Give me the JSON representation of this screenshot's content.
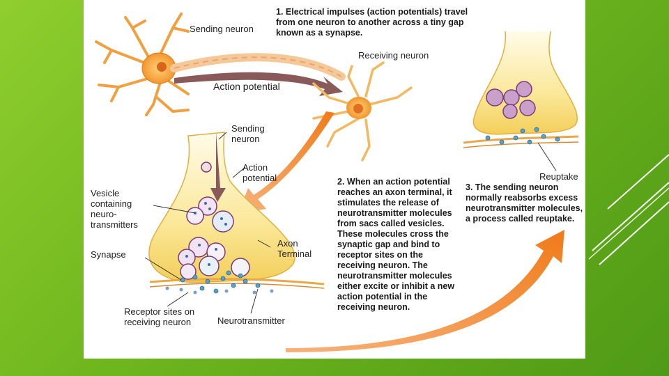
{
  "slide": {
    "accent": "#7dc224",
    "figure_bg": "#ffffff"
  },
  "steps": {
    "step1": "1. Electrical impulses (action potentials) travel from one neuron to another across a tiny gap known as a synapse.",
    "step2": "2. When an action potential reaches an axon terminal, it stimulates the release of neurotransmitter molecules from sacs called vesicles. These molecules cross the synaptic gap and bind to receptor sites on the receiving neuron.  The neurotransmitter molecules either excite or inhibit a new action potential in the receiving neuron.",
    "step3": "3. The sending neuron normally reabsorbs excess neurotransmitter molecules, a process called reuptake."
  },
  "labels": {
    "sending_neuron_top": "Sending neuron",
    "receiving_neuron": "Receiving neuron",
    "action_potential_top": "Action potential",
    "sending_neuron_mid": "Sending\nneuron",
    "action_potential_mid": "Action\npotential",
    "vesicle": "Vesicle\ncontaining\nneuro-\ntransmitters",
    "synapse": "Synapse",
    "axon_terminal": "Axon\nTerminal",
    "receptor_sites": "Receptor sites on\nreceiving neuron",
    "neurotransmitter": "Neurotransmitter",
    "reuptake": "Reuptake"
  },
  "colors": {
    "neuron": "#f3a23a",
    "terminal": "#f7e27a",
    "arrow": "#f28a2a",
    "vesicle": "#c070b0",
    "nt": "#5aa0c8"
  }
}
